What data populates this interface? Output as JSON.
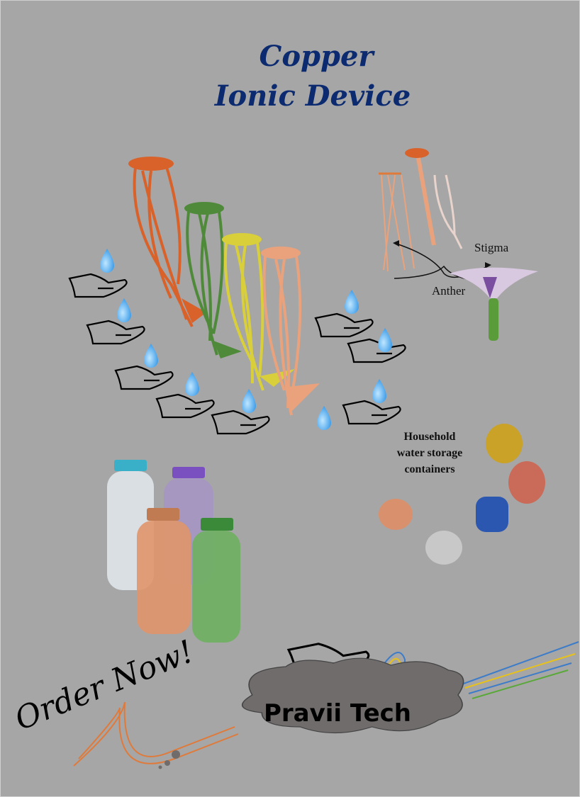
{
  "title": {
    "line1": "Copper",
    "line2": "Ionic Device"
  },
  "flower_diagram": {
    "stigma_label": "Stigma",
    "anther_label": "Anther"
  },
  "containers": {
    "line1": "Household",
    "line2": "water storage",
    "line3": "containers"
  },
  "footer": {
    "order_now": "Order Now!",
    "brand": "Pravii Tech"
  },
  "colors": {
    "background": "#a6a6a6",
    "title": "#0b2a6f",
    "drop": "#3fa9f5",
    "cloud": "#706c6c",
    "copper": "#e07a3a"
  },
  "device_colors": [
    "#d9622b",
    "#4f8a3a",
    "#d8cf3a",
    "#e9a27c"
  ],
  "bottle_colors": [
    "#dfe6ea",
    "#a592c9",
    "#e0956a",
    "#6fb062"
  ]
}
